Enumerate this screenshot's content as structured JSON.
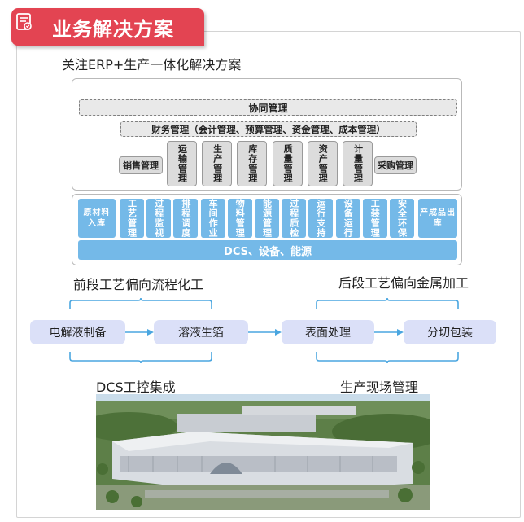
{
  "header": {
    "title": "业务解决方案"
  },
  "subtitle": "关注ERP+生产一体化解决方案",
  "erp": {
    "collab": "协同管理",
    "finance": "财务管理（会计管理、预算管理、资金管理、成本管理）",
    "sales": "销售管理",
    "purchase": "采购管理",
    "modules": [
      "运输管理",
      "生产管理",
      "库存管理",
      "质量管理",
      "资产管理",
      "计量管理"
    ]
  },
  "mes": {
    "left": "原材料入库",
    "right": "产成品出库",
    "cells": [
      "工艺管理",
      "过程监视",
      "排程调度",
      "车间作业",
      "物料管理",
      "能源管理",
      "过程质检",
      "运行支持",
      "设备运行",
      "工装管理",
      "安全环保"
    ],
    "base": "DCS、设备、能源"
  },
  "flow": {
    "top_left_label": "前段工艺偏向流程化工",
    "top_right_label": "后段工艺偏向金属加工",
    "steps": [
      "电解液制备",
      "溶液生箔",
      "表面处理",
      "分切包装"
    ],
    "bottom_left_label": "DCS工控集成",
    "bottom_right_label": "生产现场管理"
  },
  "colors": {
    "accent_red": "#e34452",
    "mes_blue": "#74b9e8",
    "process_fill": "#dbe0f8",
    "arrow": "#4aa6e0"
  }
}
